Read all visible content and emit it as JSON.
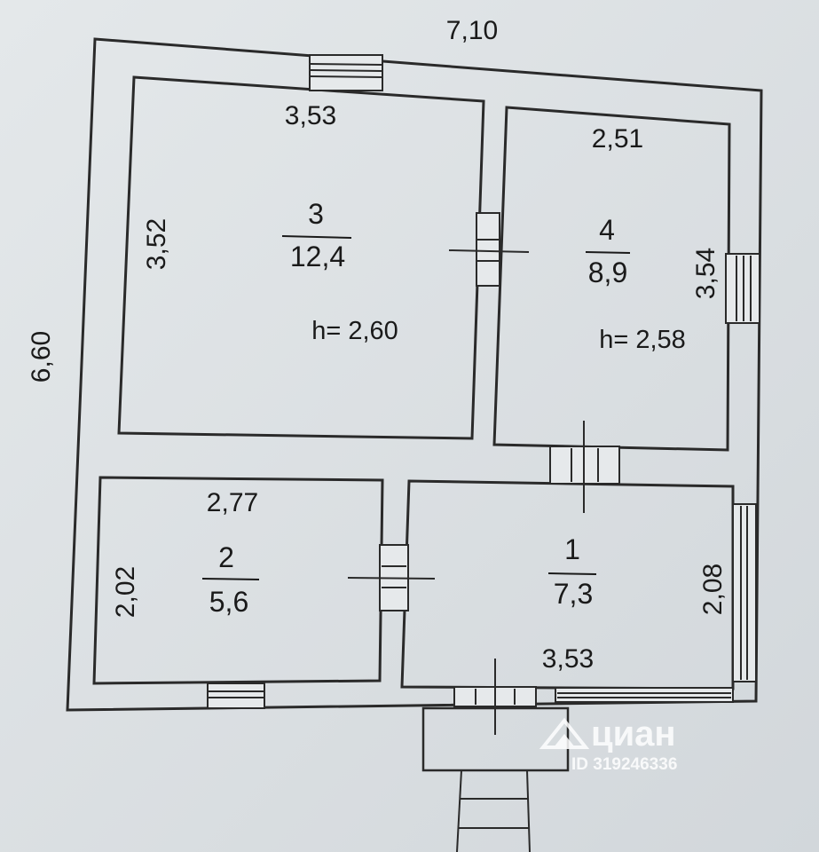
{
  "overall": {
    "width": "7,10",
    "height": "6,60"
  },
  "rooms": [
    {
      "id": "3",
      "number": "3",
      "area": "12,4",
      "width": "3,53",
      "depth": "3,52",
      "height": "h= 2,60"
    },
    {
      "id": "4",
      "number": "4",
      "area": "8,9",
      "width": "2,51",
      "depth": "3,54",
      "height": "h= 2,58"
    },
    {
      "id": "2",
      "number": "2",
      "area": "5,6",
      "width": "2,77",
      "depth": "2,02"
    },
    {
      "id": "1",
      "number": "1",
      "area": "7,3",
      "width": "3,53",
      "depth": "2,08"
    }
  ],
  "watermark": {
    "brand": "циан",
    "id": "ID 319246336"
  },
  "colors": {
    "background": "#dde2e5",
    "line": "#2a2a2a",
    "text": "#1a1a1a",
    "watermark": "#ffffff"
  }
}
